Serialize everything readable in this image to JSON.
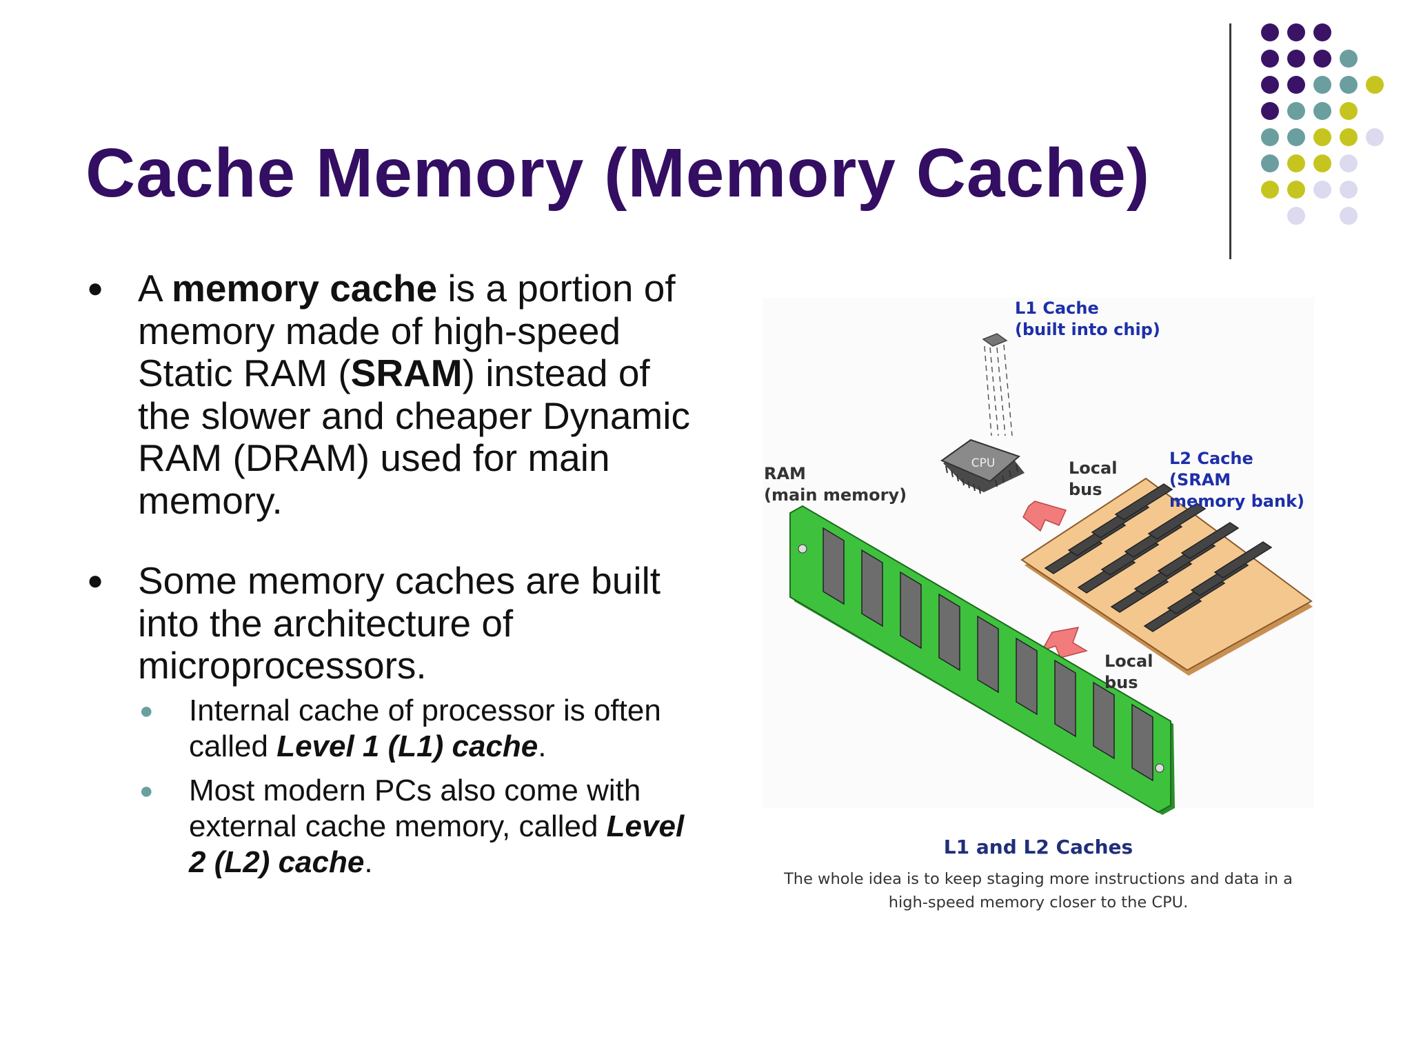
{
  "slide": {
    "title": "Cache Memory (Memory Cache)",
    "bullets": [
      {
        "parts": [
          {
            "text": "A ",
            "bold": false,
            "italic": false
          },
          {
            "text": "memory cache",
            "bold": true,
            "italic": false
          },
          {
            "text": " is a portion of memory made of high-speed Static RAM (",
            "bold": false,
            "italic": false
          },
          {
            "text": "SRAM",
            "bold": true,
            "italic": false
          },
          {
            "text": ") instead of the slower and cheaper Dynamic RAM (DRAM) used for main memory.",
            "bold": false,
            "italic": false
          }
        ]
      },
      {
        "parts": [
          {
            "text": "Some memory caches are built into the architecture of microprocessors.",
            "bold": false,
            "italic": false
          }
        ],
        "sub": [
          {
            "parts": [
              {
                "text": "Internal cache of processor is often called ",
                "bold": false,
                "italic": false
              },
              {
                "text": "Level 1 (L1) cache",
                "bold": true,
                "italic": true
              },
              {
                "text": ".",
                "bold": false,
                "italic": false
              }
            ]
          },
          {
            "parts": [
              {
                "text": "Most modern PCs also come with external cache memory, called ",
                "bold": false,
                "italic": false
              },
              {
                "text": "Level 2 (L2) cache",
                "bold": true,
                "italic": true
              },
              {
                "text": ".",
                "bold": false,
                "italic": false
              }
            ]
          }
        ]
      }
    ]
  },
  "figure": {
    "labels": {
      "l1": "L1 Cache\n(built into chip)",
      "ram": "RAM\n(main memory)",
      "local_bus_1": "Local\nbus",
      "l2": "L2 Cache\n(SRAM\nmemory bank)",
      "local_bus_2": "Local\nbus",
      "cpu": "CPU"
    },
    "title": "L1 and L2 Caches",
    "caption": "The whole idea is to keep staging more instructions and data in a high-speed memory closer to the CPU."
  },
  "colors": {
    "title": "#330e62",
    "purple": "#3b1366",
    "teal": "#6b9e9f",
    "olive": "#c6c520",
    "lavender": "#dcdaee",
    "ram_board": "#3ec23e",
    "l2_board": "#f4c78e",
    "arrow": "#f27b7b"
  },
  "decor_dots": [
    [
      "purple",
      "purple",
      "purple",
      "",
      "",
      ""
    ],
    [
      "purple",
      "purple",
      "purple",
      "teal",
      "",
      ""
    ],
    [
      "purple",
      "purple",
      "teal",
      "teal",
      "olive",
      ""
    ],
    [
      "purple",
      "teal",
      "teal",
      "olive",
      "",
      ""
    ],
    [
      "teal",
      "teal",
      "olive",
      "olive",
      "lavender",
      ""
    ],
    [
      "teal",
      "olive",
      "olive",
      "lavender",
      "",
      ""
    ],
    [
      "olive",
      "olive",
      "lavender",
      "lavender",
      "",
      ""
    ],
    [
      "",
      "lavender",
      "",
      "lavender",
      "",
      ""
    ]
  ]
}
